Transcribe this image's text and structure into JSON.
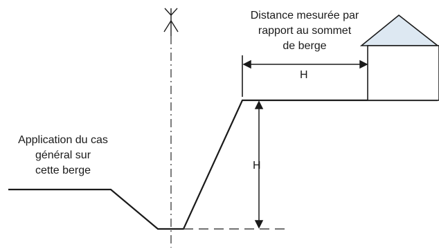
{
  "labels": {
    "distance": "Distance mesurée par rapport au sommet de berge",
    "distance_lines": [
      "Distance mesurée par",
      "rapport au sommet",
      "de berge"
    ],
    "general_case": "Application du cas général sur cette berge",
    "general_case_lines": [
      "Application du cas",
      "général sur",
      "cette berge"
    ],
    "h_horizontal": "H",
    "h_vertical": "H"
  },
  "colors": {
    "line": "#1a1a1a",
    "roof_fill": "#dde8f2",
    "dash": "#444444"
  },
  "icons": {
    "top_symbol": "tree-icon"
  }
}
